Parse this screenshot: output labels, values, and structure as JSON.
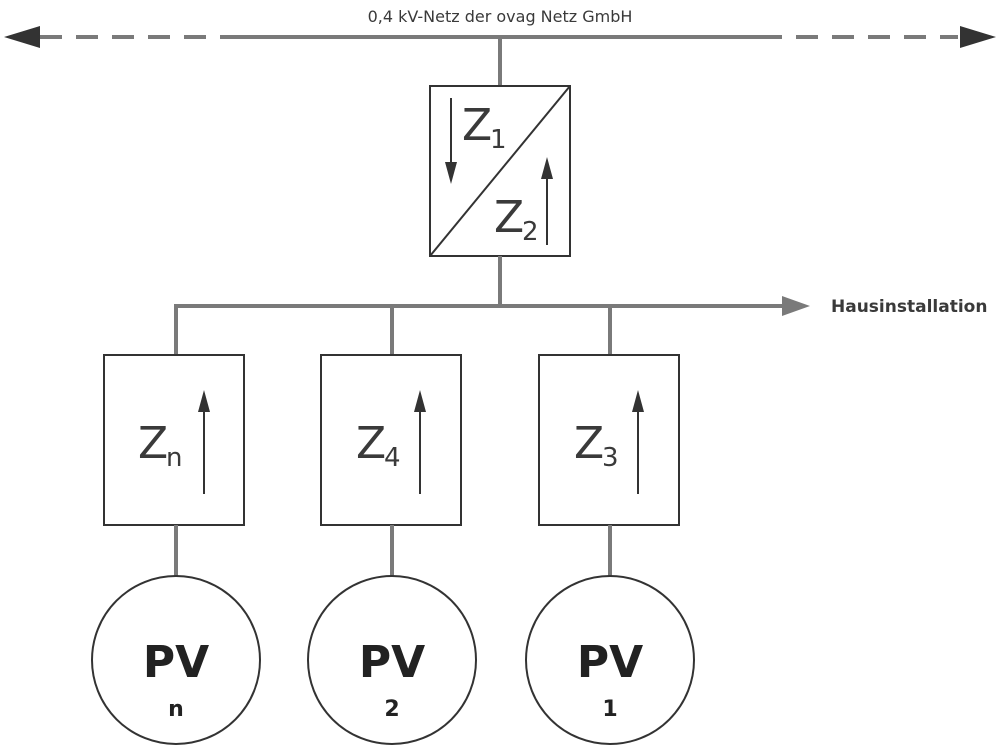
{
  "grid": {
    "label": "0,4 kV-Netz der ovag Netz GmbH"
  },
  "house": {
    "label": "Hausinstallation"
  },
  "main_meter": {
    "consumption": {
      "symbol": "Z",
      "sub": "1"
    },
    "feed_in": {
      "symbol": "Z",
      "sub": "2"
    }
  },
  "meters": [
    {
      "symbol": "Z",
      "sub": "n"
    },
    {
      "symbol": "Z",
      "sub": "4"
    },
    {
      "symbol": "Z",
      "sub": "3"
    }
  ],
  "pv_units": [
    {
      "label": "PV",
      "sub": "n"
    },
    {
      "label": "PV",
      "sub": "2"
    },
    {
      "label": "PV",
      "sub": "1"
    }
  ],
  "colors": {
    "line": "#7a7a7a",
    "box_stroke": "#333333",
    "arrow": "#3a3a3a"
  }
}
